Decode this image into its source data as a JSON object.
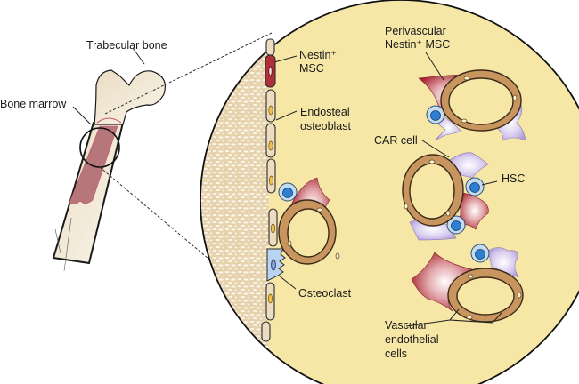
{
  "figure": {
    "labels": {
      "trabecular_bone": "Trabecular bone",
      "bone_marrow": "Bone marrow",
      "nestin_msc_line1": "Nestin⁺",
      "nestin_msc_line2": "MSC",
      "endosteal_line1": "Endosteal",
      "endosteal_line2": "osteoblast",
      "osteoclast": "Osteoclast",
      "perivascular_line1": "Perivascular",
      "perivascular_line2": "Nestin⁺ MSC",
      "car_cell": "CAR cell",
      "hsc": "HSC",
      "vascular_line1": "Vascular",
      "vascular_line2": "endothelial",
      "vascular_line3": "cells"
    },
    "colors": {
      "marrow_fill": "#f6e7a6",
      "bone_fill": "#eddcc0",
      "marrow_red": "#b5777c",
      "msc_red": "#b0303a",
      "car_purple": "#c8b6e2",
      "hsc_blue": "#2f7fd0",
      "vessel_brown": "#c8955f",
      "osteoclast_blue": "#b9d3f2"
    }
  }
}
